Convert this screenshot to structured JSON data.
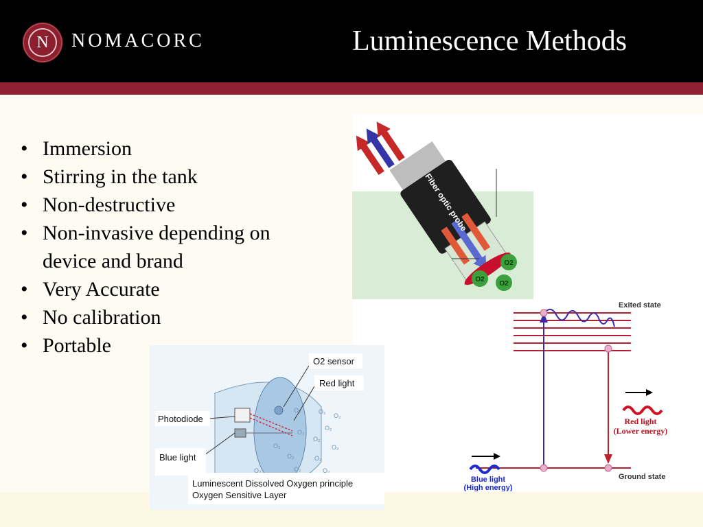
{
  "header": {
    "logo_letter": "N",
    "logo_text": "NOMACORC",
    "title": "Luminescence Methods"
  },
  "bullets": [
    "Immersion",
    "Stirring in the tank",
    "Non-destructive",
    "Non-invasive depending on device and brand",
    "Very Accurate",
    "No calibration",
    "Portable"
  ],
  "probe_figure": {
    "probe_label": "Fiber optic probe",
    "o2_label": "O2"
  },
  "energy_diagram": {
    "excited_state": "Exited state",
    "ground_state": "Ground state",
    "red_light": "Red light",
    "red_light_sub": "(Lower energy)",
    "blue_light": "Blue light",
    "blue_light_sub": "(High energy)"
  },
  "sensor_figure": {
    "o2_sensor": "O2 sensor",
    "red_light": "Red light",
    "photodiode": "Photodiode",
    "blue_light": "Blue light",
    "caption_line1": "Luminescent Dissolved Oxygen principle",
    "caption_line2": "Oxygen Sensitive Layer"
  },
  "colors": {
    "header_bg": "#000000",
    "accent_red": "#8f2232",
    "slide_bg": "#fdfbf2"
  }
}
